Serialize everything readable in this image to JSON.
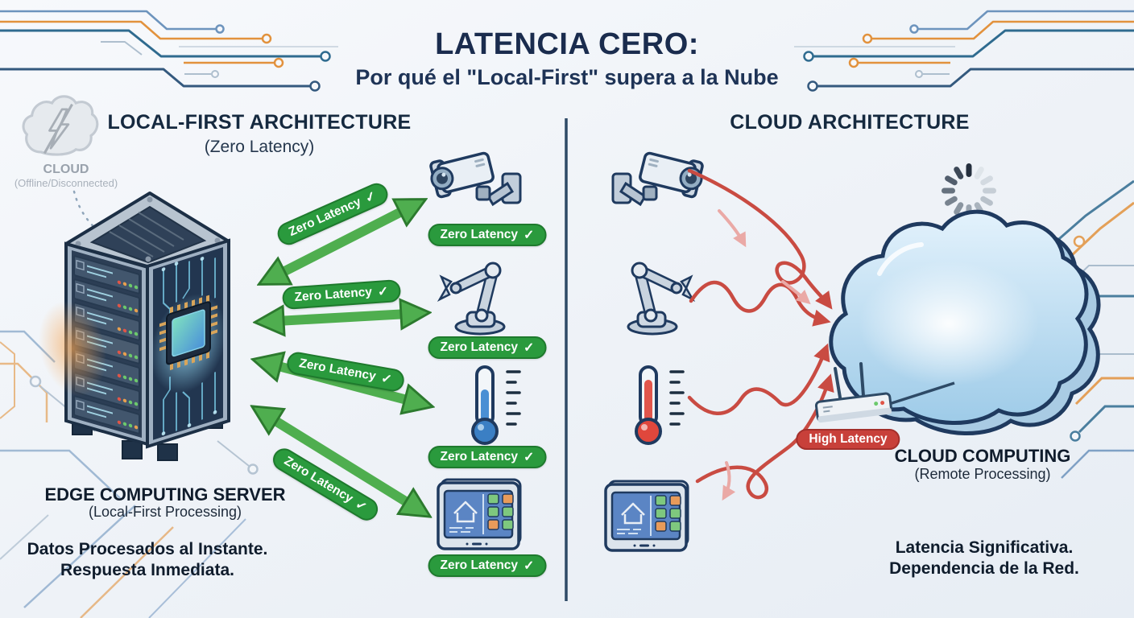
{
  "title": {
    "main": "LATENCIA CERO:",
    "subtitle": "Por qué el \"Local-First\" supera a la Nube"
  },
  "left_panel": {
    "header": "LOCAL-FIRST ARCHITECTURE",
    "subheader": "(Zero Latency)",
    "offline_cloud": {
      "label": "CLOUD",
      "sublabel": "(Offline/Disconnected)"
    },
    "server": {
      "label": "EDGE COMPUTING SERVER",
      "sublabel": "(Local-First Processing)"
    },
    "benefit_line1": "Datos Procesados al Instante.",
    "benefit_line2": "Respuesta Inmediata.",
    "arrow_badges": [
      {
        "label": "Zero Latency",
        "check": "✓"
      },
      {
        "label": "Zero Latency",
        "check": "✓"
      },
      {
        "label": "Zero Latency",
        "check": "✓"
      },
      {
        "label": "Zero Latency",
        "check": "✓"
      }
    ],
    "device_badges": [
      {
        "label": "Zero Latency",
        "check": "✓"
      },
      {
        "label": "Zero Latency",
        "check": "✓"
      },
      {
        "label": "Zero Latency",
        "check": "✓"
      },
      {
        "label": "Zero Latency",
        "check": "✓"
      }
    ],
    "devices": [
      "security-camera",
      "robot-arm",
      "thermometer",
      "smart-home-panel"
    ]
  },
  "right_panel": {
    "header": "CLOUD ARCHITECTURE",
    "cloud": {
      "label": "CLOUD COMPUTING",
      "sublabel": "(Remote Processing)"
    },
    "latency_badge": "High Latency",
    "drawback_line1": "Latencia Significativa.",
    "drawback_line2": "Dependencia de la Red.",
    "devices": [
      "security-camera",
      "robot-arm",
      "thermometer",
      "smart-home-panel"
    ]
  },
  "colors": {
    "accent_green": "#2a9a3d",
    "accent_red": "#c8403a",
    "navy_text": "#16304e",
    "arrow_green": "#4fae4f",
    "arrow_red": "#c94b42"
  }
}
